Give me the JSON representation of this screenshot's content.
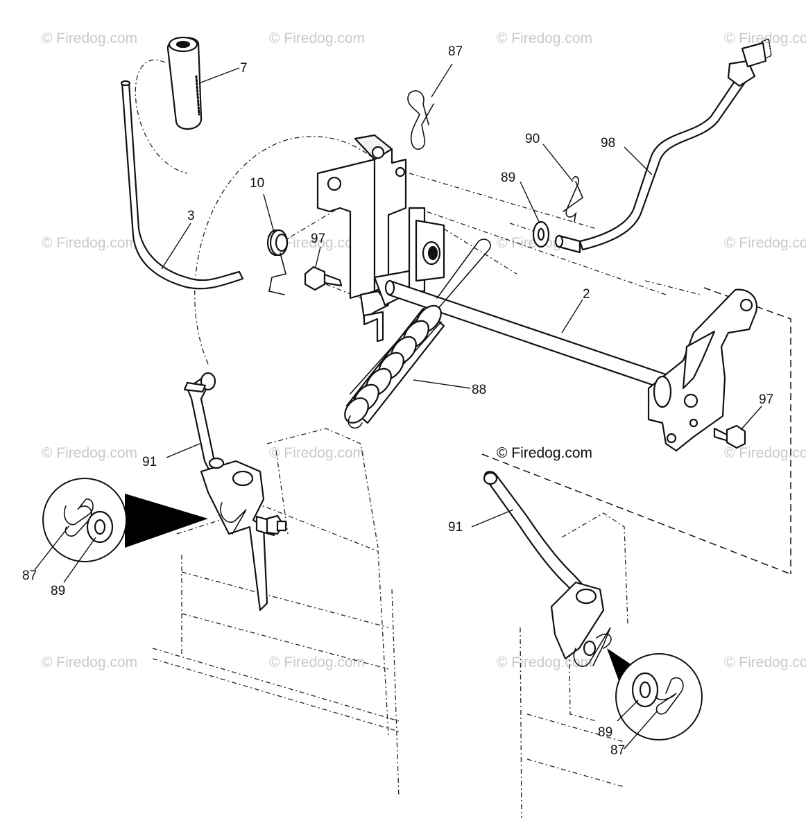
{
  "credit": "© Firedog.com",
  "watermark": "© Firedog.com",
  "callouts": {
    "c7": "7",
    "c87_top": "87",
    "c90": "90",
    "c98": "98",
    "c89_top": "89",
    "c10": "10",
    "c3": "3",
    "c97_left": "97",
    "c2": "2",
    "c88": "88",
    "c97_right": "97",
    "c91_left": "91",
    "c87_inset_left": "87",
    "c89_inset_left": "89",
    "c91_right": "91",
    "c89_inset_right": "89",
    "c87_inset_right": "87"
  }
}
